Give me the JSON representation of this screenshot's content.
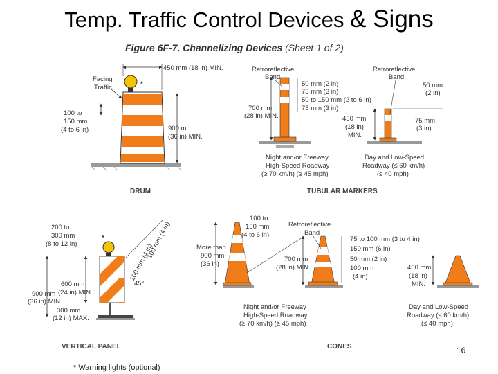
{
  "slide": {
    "title_main": "Temp. Traffic Control Devices",
    "title_amp": "& Signs",
    "page_number": "16",
    "footnote": "* Warning lights (optional)"
  },
  "figure": {
    "title": "Figure 6F-7.  Channelizing Devices",
    "sheet": "(Sheet 1 of 2)"
  },
  "drum": {
    "caption": "DRUM",
    "facing_traffic": [
      "Facing",
      "Traffic"
    ],
    "star": "*",
    "top_dim": "450 mm (18 in) MIN.",
    "stripe_dim": [
      "100 to",
      "150 mm",
      "(4 to 6 in)"
    ],
    "height_dim": [
      "900 m",
      "(36 in) MIN."
    ]
  },
  "tubular": {
    "caption": "TUBULAR MARKERS",
    "band_left": [
      "Retroreflective",
      "Band"
    ],
    "band_right": [
      "Retroreflective",
      "Band"
    ],
    "dims_left": [
      "50 mm (2 in)",
      "75 mm (3 in)",
      "50 to 150 mm (2 to 6 in)",
      "75 mm (3 in)"
    ],
    "height_left": [
      "700 mm",
      "(28 in) MIN."
    ],
    "dims_right_top": [
      "50 mm",
      "(2 in)"
    ],
    "dims_right_mid": [
      "75 mm",
      "(3 in)"
    ],
    "height_right": [
      "450 mm",
      "(18 in)",
      "MIN."
    ],
    "sub_left": [
      "Night and/or Freeway",
      "High-Speed Roadway",
      "(≥ 70 km/h) (≥ 45 mph)"
    ],
    "sub_right": [
      "Day and Low-Speed",
      "Roadway (≤ 60 km/h)",
      "(≤ 40 mph)"
    ]
  },
  "panel": {
    "caption": "VERTICAL PANEL",
    "star": "*",
    "top_dim": [
      "200 to",
      "300 mm",
      "(8 to 12 in)"
    ],
    "mid_dim": [
      "600 mm",
      "(24 in) MIN."
    ],
    "height_dim": [
      "900 mm",
      "(36 in) MIN."
    ],
    "bottom_dim": [
      "300 mm",
      "(12 in) MAX."
    ],
    "diag_1": "100 mm (4 in)",
    "diag_2": "100 mm (4 in)",
    "angle": "45°"
  },
  "cones": {
    "caption": "CONES",
    "stripe_dim": [
      "100 to",
      "150 mm",
      "(4 to 6 in)"
    ],
    "height_left": [
      "More than",
      "900 mm",
      "(36 in)"
    ],
    "band": [
      "Retroreflective",
      "Band"
    ],
    "dims_right": [
      "75 to 100 mm (3 to 4 in)",
      "150 mm (6 in)",
      "50 mm (2 in)",
      "100 mm",
      "(4 in)"
    ],
    "height_mid": [
      "700 mm",
      "(28 in) MIN."
    ],
    "height_right": [
      "450 mm",
      "(18 in)",
      "MIN."
    ],
    "sub_left": [
      "Night and/or Freeway",
      "High-Speed Roadway",
      "(≥ 70 km/h) (≥ 45 mph)"
    ],
    "sub_right": [
      "Day and Low-Speed",
      "Roadway (≤ 60 km/h)",
      "(≤ 40 mph)"
    ]
  },
  "colors": {
    "orange": "#f07d1a",
    "light": "#ffffff",
    "lamp": "#f5c400",
    "ground": "#888888"
  }
}
